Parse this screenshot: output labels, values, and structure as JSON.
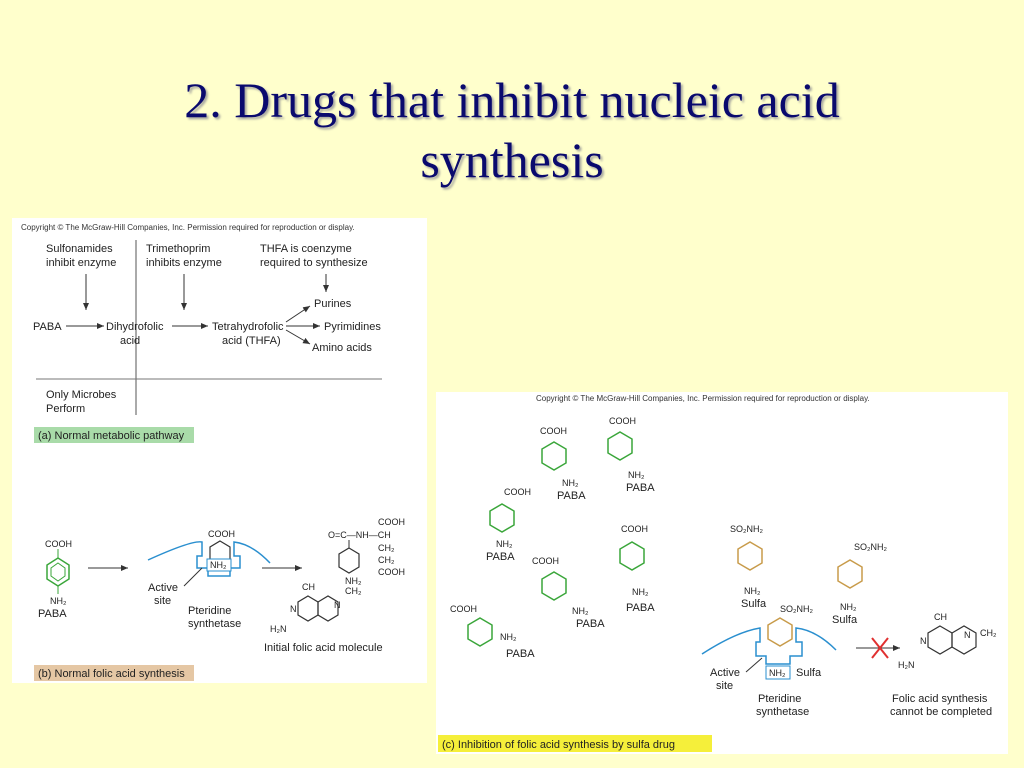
{
  "slide": {
    "title_line1": "2. Drugs that inhibit nucleic acid",
    "title_line2": "synthesis"
  },
  "figure_a": {
    "copyright": "Copyright © The McGraw-Hill Companies, Inc. Permission required for reproduction or display.",
    "sulfonamides_1": "Sulfonamides",
    "sulfonamides_2": "inhibit enzyme",
    "trimethoprim_1": "Trimethoprim",
    "trimethoprim_2": "inhibits enzyme",
    "thfa_1": "THFA is coenzyme",
    "thfa_2": "required to synthesize",
    "paba": "PABA",
    "dihydrofolic_1": "Dihydrofolic",
    "dihydrofolic_2": "acid",
    "tetrahydrofolic_1": "Tetrahydrofolic",
    "tetrahydrofolic_2": "acid (THFA)",
    "purines": "Purines",
    "pyrimidines": "Pyrimidines",
    "amino_acids": "Amino acids",
    "only_microbes_1": "Only Microbes",
    "only_microbes_2": "Perform",
    "caption": "(a) Normal metabolic pathway",
    "caption_color": "#a9dba9"
  },
  "figure_b": {
    "cooh": "COOH",
    "nh2": "NH₂",
    "paba": "PABA",
    "active_1": "Active",
    "active_2": "site",
    "pteridine_1": "Pteridine",
    "pteridine_2": "synthetase",
    "ch": "CH",
    "ch2": "CH₂",
    "h2n": "H₂N",
    "n": "N",
    "side_chain": "O=C—NH—CH",
    "initial_folic": "Initial folic acid molecule",
    "caption": "(b) Normal folic acid synthesis",
    "caption_color": "#e5c7a4"
  },
  "figure_c": {
    "copyright": "Copyright © The McGraw-Hill Companies, Inc. Permission required for reproduction or display.",
    "cooh": "COOH",
    "nh2": "NH₂",
    "paba": "PABA",
    "so2nh2": "SO₂NH₂",
    "sulfa": "Sulfa",
    "active_1": "Active",
    "active_2": "site",
    "pteridine_1": "Pteridine",
    "pteridine_2": "synthetase",
    "ch": "CH",
    "ch2": "CH₂",
    "h2n": "H₂N",
    "n": "N",
    "cannot_1": "Folic acid synthesis",
    "cannot_2": "cannot be completed",
    "caption": "(c) Inhibition of folic acid synthesis by sulfa drug",
    "caption_color": "#f5ef3a"
  },
  "colors": {
    "title": "#0a0a6e",
    "background": "#ffffcc",
    "paba_ring": "#3aa63a",
    "sulfa_ring": "#c89b4a",
    "enzyme": "#2a8fcf",
    "inhibit_x": "#e03030"
  }
}
